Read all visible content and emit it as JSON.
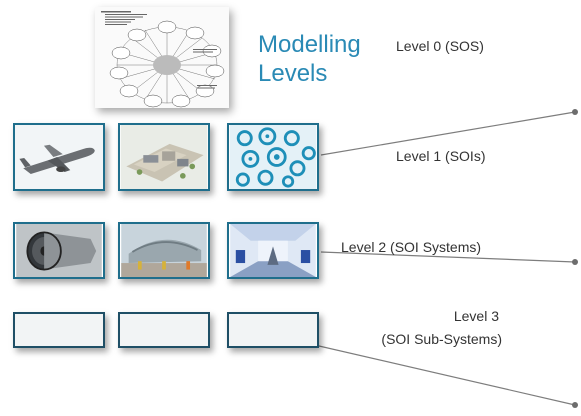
{
  "title": {
    "line1": "Modelling",
    "line2": "Levels"
  },
  "levels": [
    {
      "label": "Level 0 (SOS)"
    },
    {
      "label": "Level 1 (SOIs)"
    },
    {
      "label": "Level 2 (SOI Systems)"
    },
    {
      "label_line1": "Level 3",
      "label_line2": "(SOI Sub-Systems)"
    }
  ],
  "thumbnails": {
    "level0": "system-of-systems-network-diagram",
    "level1": [
      "airplane-image",
      "airport-terminal-image",
      "gears-network-image"
    ],
    "level2": [
      "jet-engine-image",
      "airport-construction-image",
      "aircraft-cabin-image"
    ],
    "level3": [
      "empty-box",
      "empty-box",
      "empty-box"
    ]
  },
  "colors": {
    "title": "#2a8ab5",
    "frame": "#1f6e8c",
    "connector": "#7d7d7d"
  }
}
